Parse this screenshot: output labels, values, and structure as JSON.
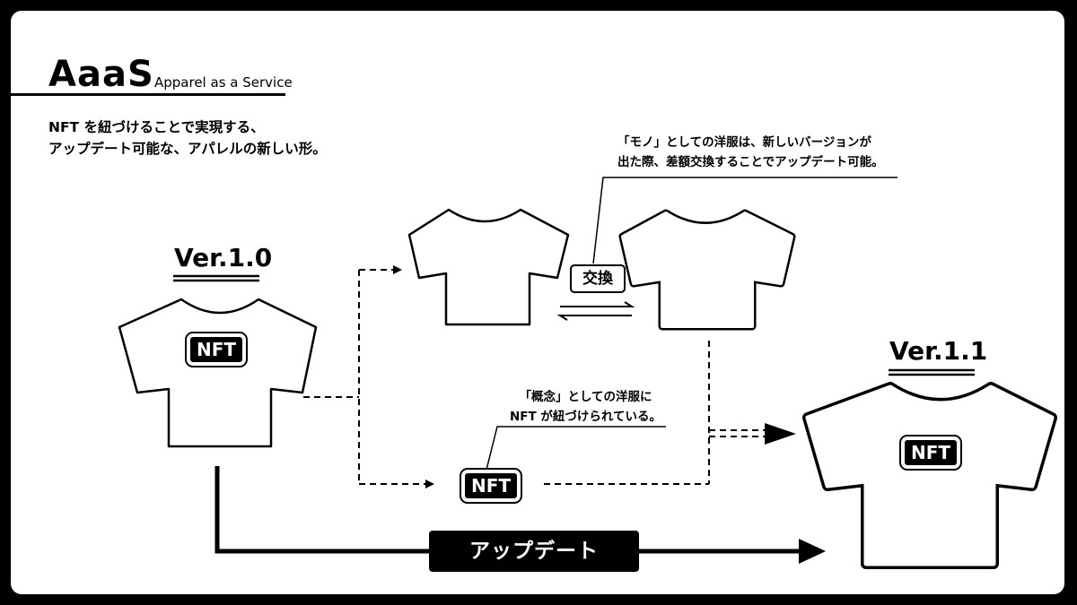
{
  "header": {
    "title": "AaaS",
    "subtitle": "Apparel as a Service"
  },
  "intro": {
    "line1": "NFT を紐づけることで実現する、",
    "line2": "アップデート可能な、アパレルの新しい形。"
  },
  "versions": {
    "old": "Ver.1.0",
    "new": "Ver.1.1"
  },
  "badges": {
    "old_shirt": "NFT",
    "center": "NFT",
    "new_shirt": "NFT"
  },
  "exchange_label": "交換",
  "notes": {
    "physical_line1": "「モノ」としての洋服は、新しいバージョンが",
    "physical_line2": "出た際、差額交換することでアップデート可能。",
    "concept_line1": "「概念」としての洋服に",
    "concept_line2": "NFT が紐づけられている。"
  },
  "update_label": "アップデート",
  "colors": {
    "background": "#000000",
    "card": "#ffffff",
    "ink": "#000000"
  }
}
